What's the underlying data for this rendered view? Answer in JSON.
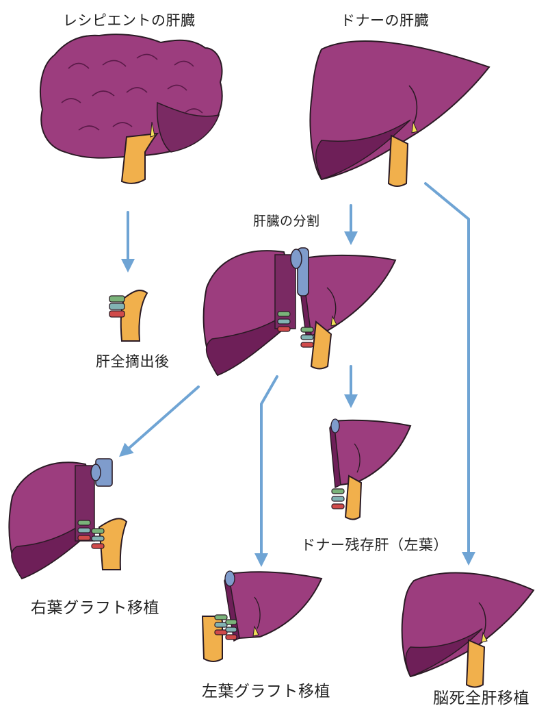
{
  "labels": {
    "recipient_liver": "レシピエントの肝臓",
    "donor_liver": "ドナーの肝臓",
    "liver_division": "肝臓の分割",
    "after_total_hepatectomy": "肝全摘出後",
    "donor_remnant_liver": "ドナー残存肝（左葉）",
    "right_lobe_graft": "右葉グラフト移植",
    "left_lobe_graft": "左葉グラフト移植",
    "brain_death_whole_liver": "脳死全肝移植"
  },
  "colors": {
    "liver_fill": "#9c3d7e",
    "liver_dark": "#6e1f58",
    "liver_light": "#b3579a",
    "vessel_orange": "#f1b04c",
    "vein_blue": "#7f9ccc",
    "arrow_blue": "#6fa4d4",
    "outline": "#2a1a24"
  },
  "icons": {
    "vessel_green": "#7ab37a",
    "vessel_teal": "#82b3b3",
    "vessel_red": "#d04a4a"
  }
}
